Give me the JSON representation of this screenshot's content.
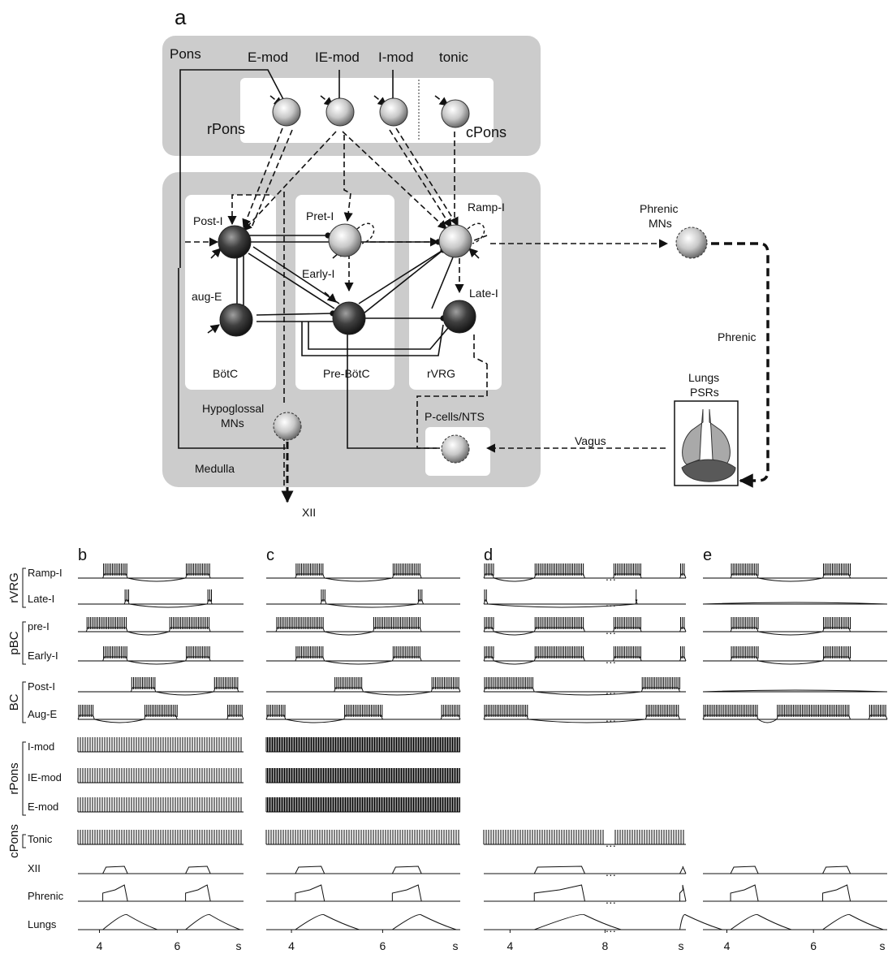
{
  "panel_a": {
    "letter": "a",
    "pons": {
      "region": "Pons",
      "columns": [
        "E-mod",
        "IE-mod",
        "I-mod",
        "tonic"
      ],
      "rpons": "rPons",
      "cpons": "cPons"
    },
    "medulla": {
      "region": "Medulla",
      "cell_labels": {
        "post_i": "Post-I",
        "aug_e": "aug-E",
        "pret_i": "Pret-I",
        "early_i": "Early-I",
        "ramp_i": "Ramp-I",
        "late_i": "Late-I"
      },
      "boxes": {
        "botc": "BötC",
        "prebotc": "Pre-BötC",
        "rvrg": "rVRG"
      },
      "hypoglossal": [
        "Hypoglossal",
        "MNs"
      ],
      "pcells": "P-cells/NTS",
      "xii": "XII"
    },
    "phrenic_mns": [
      "Phrenic",
      "MNs"
    ],
    "phrenic": "Phrenic",
    "lungs": [
      "Lungs",
      "PSRs"
    ],
    "vagus": "Vagus",
    "colors": {
      "region": "#cccccc",
      "box": "#ffffff",
      "dark_cell": "#3a3a3a",
      "light_cell": "#bdbdbd",
      "lung_light": "#a9a9a9",
      "lung_dark": "#595959"
    }
  },
  "traces": {
    "panel_letters": [
      "b",
      "c",
      "d",
      "e"
    ],
    "groups": [
      {
        "name": "rVRG",
        "rows": [
          "Ramp-I",
          "Late-I"
        ]
      },
      {
        "name": "pBC",
        "rows": [
          "pre-I",
          "Early-I"
        ]
      },
      {
        "name": "BC",
        "rows": [
          "Post-I",
          "Aug-E"
        ]
      },
      {
        "name": "rPons",
        "rows": [
          "I-mod",
          "IE-mod",
          "E-mod"
        ]
      },
      {
        "name": "cPons",
        "rows": [
          "Tonic"
        ]
      }
    ],
    "motor_rows": [
      "XII",
      "Phrenic",
      "Lungs"
    ],
    "x_axes": [
      {
        "ticks": [
          "4",
          "6"
        ],
        "unit": "s"
      },
      {
        "ticks": [
          "4",
          "6"
        ],
        "unit": "s"
      },
      {
        "ticks": [
          "4",
          "8"
        ],
        "unit": "s"
      },
      {
        "ticks": [
          "4",
          "6"
        ],
        "unit": "s"
      }
    ]
  }
}
